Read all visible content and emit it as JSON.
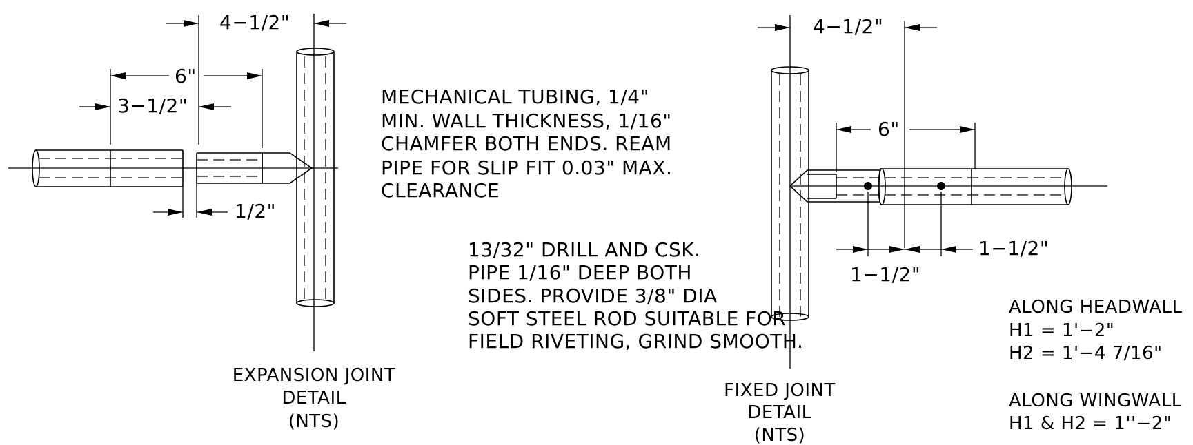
{
  "expansion_joint": {
    "dim_4_1_2": "4−1/2\"",
    "dim_6": "6\"",
    "dim_3_1_2": "3−1/2\"",
    "dim_1_2": "1/2\"",
    "title_line1": "EXPANSION JOINT",
    "title_line2": "DETAIL",
    "title_line3": "(NTS)"
  },
  "tubing_note": [
    "MECHANICAL TUBING, 1/4\"",
    "MIN. WALL THICKNESS, 1/16\"",
    "CHAMFER BOTH ENDS.  REAM",
    "PIPE FOR SLIP FIT 0.03\" MAX.",
    "CLEARANCE"
  ],
  "drill_note": [
    "13/32\" DRILL AND CSK.",
    "PIPE 1/16\" DEEP BOTH",
    "SIDES. PROVIDE 3/8\" DIA",
    "SOFT STEEL ROD SUITABLE FOR",
    "FIELD RIVETING, GRIND SMOOTH."
  ],
  "fixed_joint": {
    "dim_4_1_2": "4−1/2\"",
    "dim_6": "6\"",
    "dim_1_1_2_right": "1−1/2\"",
    "dim_1_1_2_left": "1−1/2\"",
    "title_line1": "FIXED JOINT",
    "title_line2": "DETAIL",
    "title_line3": "(NTS)"
  },
  "headwall_note": [
    "ALONG HEADWALL",
    "H1  =  1'−2\"",
    "H2  =  1'−4 7/16\""
  ],
  "wingwall_note": [
    "ALONG WINGWALL",
    "H1 & H2  =  1''−2\""
  ]
}
